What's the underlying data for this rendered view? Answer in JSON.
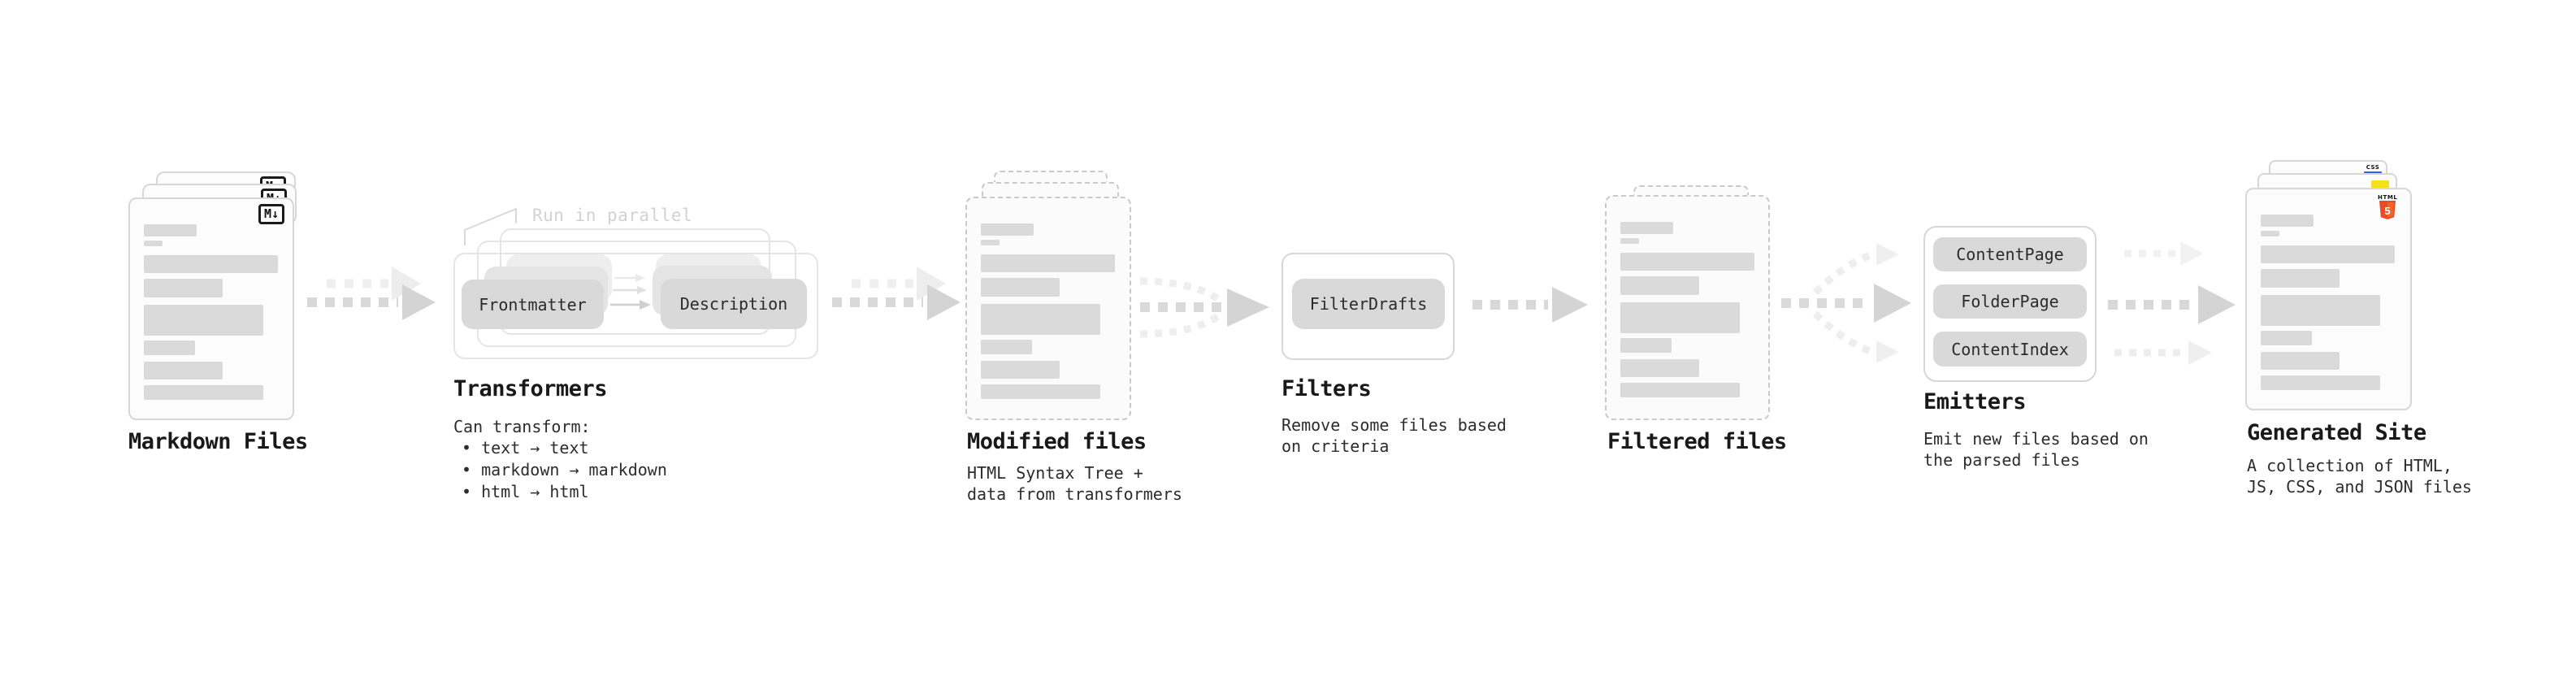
{
  "colors": {
    "html5": "#e44d26",
    "html5Light": "#f16529",
    "js": "#f7df1e",
    "css": "#2d65f2"
  },
  "stages": {
    "markdown": {
      "label": "Markdown Files",
      "badge": "M↓"
    },
    "transformers": {
      "label": "Transformers",
      "annotation": "Run in parallel",
      "pills": [
        "Frontmatter",
        "Description"
      ],
      "desc_title": "Can transform:",
      "bullets": [
        "• text → text",
        "• markdown → markdown",
        "• html → html"
      ]
    },
    "modified": {
      "label": "Modified files",
      "desc": "HTML Syntax Tree +\ndata from transformers"
    },
    "filters": {
      "label": "Filters",
      "pills": [
        "FilterDrafts"
      ],
      "desc": "Remove some files based\non criteria"
    },
    "filtered": {
      "label": "Filtered files"
    },
    "emitters": {
      "label": "Emitters",
      "pills": [
        "ContentPage",
        "FolderPage",
        "ContentIndex"
      ],
      "desc": "Emit new files based on\nthe parsed files"
    },
    "generated": {
      "label": "Generated Site",
      "badges": {
        "css": "CSS",
        "html": "HTML",
        "html5_glyph": "5"
      },
      "desc": "A collection of HTML,\nJS, CSS, and JSON files"
    }
  }
}
